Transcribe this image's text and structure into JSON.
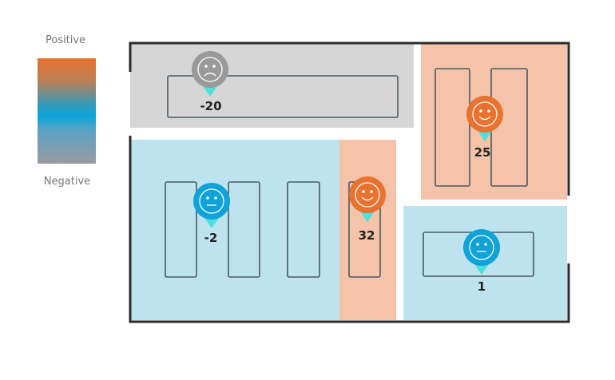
{
  "legend": {
    "positive_label": "Positive",
    "negative_label": "Negative"
  },
  "colors": {
    "positive_zone": "#f4c3a9",
    "neutral_zone": "#bde3ef",
    "negative_zone": "#d6d6d6",
    "positive_pin": "#e8722e",
    "neutral_pin": "#0fa3d9",
    "negative_pin": "#9a9a9a",
    "pin_tip": "#4fe0dc"
  },
  "zones": [
    {
      "id": "top-left",
      "sentiment": "negative",
      "score": "-20",
      "face": "sad"
    },
    {
      "id": "top-right",
      "sentiment": "positive",
      "score": "25",
      "face": "happy"
    },
    {
      "id": "bottom-left",
      "sentiment": "neutral",
      "score": "-2",
      "face": "neutral"
    },
    {
      "id": "bottom-middle",
      "sentiment": "positive",
      "score": "32",
      "face": "happy"
    },
    {
      "id": "bottom-right",
      "sentiment": "neutral",
      "score": "1",
      "face": "neutral"
    }
  ]
}
